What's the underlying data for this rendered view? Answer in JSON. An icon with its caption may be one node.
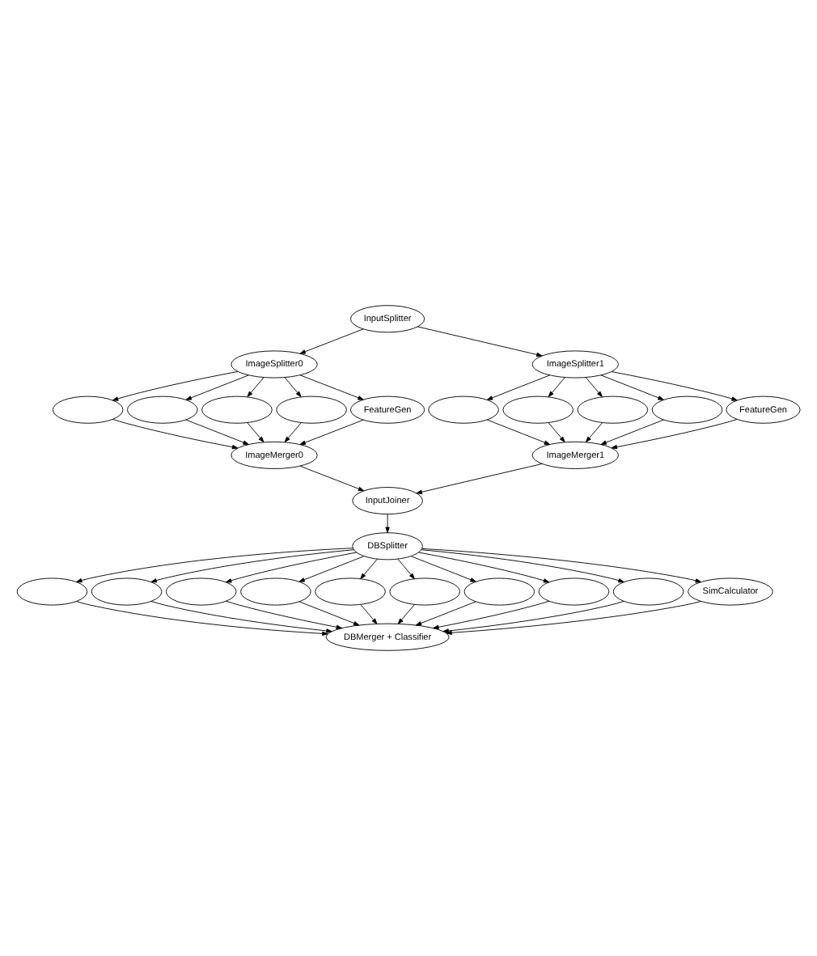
{
  "diagram": {
    "nodes": [
      {
        "text": [
          "InputSplitter"
        ]
      },
      {
        "text": [
          "ImageSplitter0"
        ]
      },
      {
        "text": [
          "ImageSplitter1"
        ]
      },
      {
        "text": [],
        "shape": "ellipse"
      },
      {
        "text": [],
        "shape": "ellipse"
      },
      {
        "text": [],
        "shape": "ellipse"
      },
      {
        "text": [],
        "shape": "ellipse"
      },
      {
        "text": [
          "FeatureGen"
        ]
      },
      {
        "text": [],
        "shape": "ellipse"
      },
      {
        "text": [],
        "shape": "ellipse"
      },
      {
        "text": [],
        "shape": "ellipse"
      },
      {
        "text": [],
        "shape": "ellipse"
      },
      {
        "text": [
          "FeatureGen"
        ]
      },
      {
        "text": [
          "ImageMerger0"
        ]
      },
      {
        "text": [
          "ImageMerger1"
        ]
      },
      {
        "text": [
          "InputJoiner"
        ]
      },
      {
        "text": [
          "DBSplitter"
        ]
      },
      {
        "text": [],
        "shape": "ellipse"
      },
      {
        "text": [],
        "shape": "ellipse"
      },
      {
        "text": [],
        "shape": "ellipse"
      },
      {
        "text": [],
        "shape": "ellipse"
      },
      {
        "text": [],
        "shape": "ellipse"
      },
      {
        "text": [],
        "shape": "ellipse"
      },
      {
        "text": [],
        "shape": "ellipse"
      },
      {
        "text": [],
        "shape": "ellipse"
      },
      {
        "text": [],
        "shape": "ellipse"
      },
      {
        "text": [
          "SimCalculator"
        ]
      },
      {
        "text": [
          "DBMerger + Classifier"
        ]
      }
    ],
    "edges": [
      {
        "from": 0,
        "to": 1,
        "arrow": "to"
      },
      {
        "from": 0,
        "to": 2,
        "arrow": "to"
      },
      {
        "from": 1,
        "to": 3,
        "arrow": "to"
      },
      {
        "from": 1,
        "to": 4,
        "arrow": "to"
      },
      {
        "from": 1,
        "to": 5,
        "arrow": "to"
      },
      {
        "from": 1,
        "to": 6,
        "arrow": "to"
      },
      {
        "from": 1,
        "to": 7,
        "arrow": "to"
      },
      {
        "from": 2,
        "to": 8,
        "arrow": "to"
      },
      {
        "from": 2,
        "to": 9,
        "arrow": "to"
      },
      {
        "from": 2,
        "to": 10,
        "arrow": "to"
      },
      {
        "from": 2,
        "to": 11,
        "arrow": "to"
      },
      {
        "from": 2,
        "to": 12,
        "arrow": "to"
      },
      {
        "from": 3,
        "to": 13,
        "arrow": "to"
      },
      {
        "from": 4,
        "to": 13,
        "arrow": "to"
      },
      {
        "from": 5,
        "to": 13,
        "arrow": "to"
      },
      {
        "from": 6,
        "to": 13,
        "arrow": "to"
      },
      {
        "from": 7,
        "to": 13,
        "arrow": "to"
      },
      {
        "from": 8,
        "to": 14,
        "arrow": "to"
      },
      {
        "from": 9,
        "to": 14,
        "arrow": "to"
      },
      {
        "from": 10,
        "to": 14,
        "arrow": "to"
      },
      {
        "from": 11,
        "to": 14,
        "arrow": "to"
      },
      {
        "from": 12,
        "to": 14,
        "arrow": "to"
      },
      {
        "from": 13,
        "to": 15,
        "arrow": "to"
      },
      {
        "from": 14,
        "to": 15,
        "arrow": "to"
      },
      {
        "from": 15,
        "to": 16,
        "arrow": "to"
      },
      {
        "from": 16,
        "to": 17,
        "arrow": "to"
      },
      {
        "from": 16,
        "to": 18,
        "arrow": "to"
      },
      {
        "from": 16,
        "to": 19,
        "arrow": "to"
      },
      {
        "from": 16,
        "to": 20,
        "arrow": "to"
      },
      {
        "from": 16,
        "to": 21,
        "arrow": "to"
      },
      {
        "from": 16,
        "to": 22,
        "arrow": "to"
      },
      {
        "from": 16,
        "to": 23,
        "arrow": "to"
      },
      {
        "from": 16,
        "to": 24,
        "arrow": "to"
      },
      {
        "from": 16,
        "to": 25,
        "arrow": "to"
      },
      {
        "from": 16,
        "to": 26,
        "arrow": "to"
      },
      {
        "from": 17,
        "to": 27,
        "arrow": "to"
      },
      {
        "from": 18,
        "to": 27,
        "arrow": "to"
      },
      {
        "from": 19,
        "to": 27,
        "arrow": "to"
      },
      {
        "from": 20,
        "to": 27,
        "arrow": "to"
      },
      {
        "from": 21,
        "to": 27,
        "arrow": "to"
      },
      {
        "from": 22,
        "to": 27,
        "arrow": "to"
      },
      {
        "from": 23,
        "to": 27,
        "arrow": "to"
      },
      {
        "from": 24,
        "to": 27,
        "arrow": "to"
      },
      {
        "from": 25,
        "to": 27,
        "arrow": "to"
      },
      {
        "from": 26,
        "to": 27,
        "arrow": "to"
      }
    ]
  }
}
